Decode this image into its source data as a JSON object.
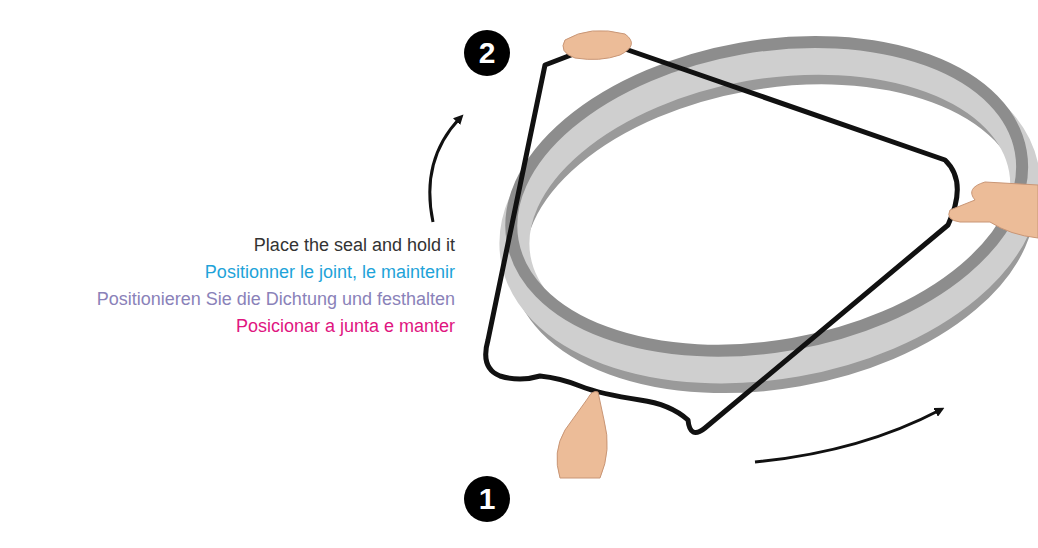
{
  "diagram": {
    "nodes": [
      {
        "text": [
          "2"
        ]
      },
      {
        "text": [
          "1"
        ]
      }
    ],
    "labels": [
      "Place the seal and hold it",
      "Positionner le joint, le maintenir",
      "Positionieren Sie die Dichtung und festhalten",
      "Posicionar a junta e manter"
    ]
  }
}
